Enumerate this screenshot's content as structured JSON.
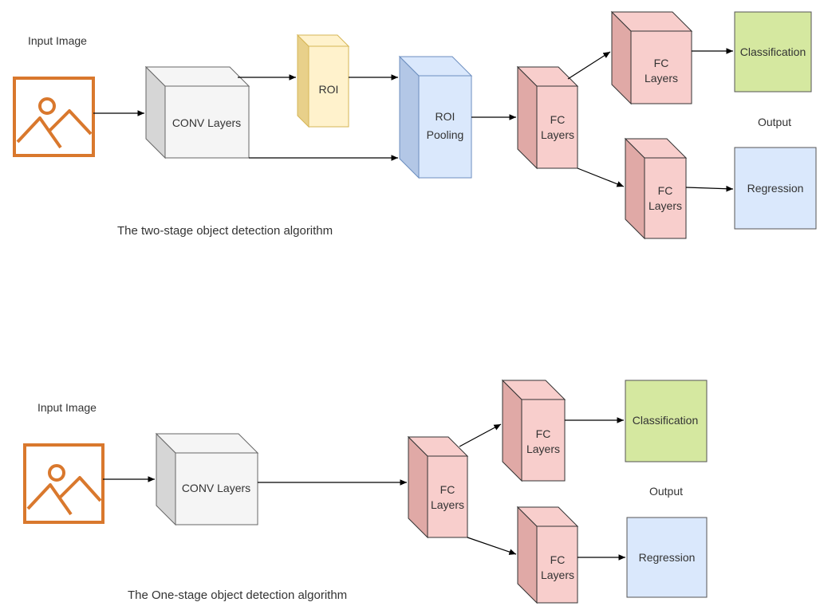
{
  "stage_two": {
    "input_label": "Input Image",
    "conv_label": "CONV Layers",
    "roi_label": "ROI",
    "roi_pooling_line1": "ROI",
    "roi_pooling_line2": "Pooling",
    "fc_line1": "FC",
    "fc_line2": "Layers",
    "classification_label": "Classification",
    "regression_label": "Regression",
    "output_label": "Output",
    "caption": "The two-stage object detection algorithm"
  },
  "stage_one": {
    "input_label": "Input Image",
    "conv_label": "CONV Layers",
    "fc_line1": "FC",
    "fc_line2": "Layers",
    "classification_label": "Classification",
    "regression_label": "Regression",
    "output_label": "Output",
    "caption": "The One-stage object detection algorithm"
  },
  "colors": {
    "image_icon": "#d9782d",
    "conv_face": "#f5f5f5",
    "conv_side": "#d6d6d6",
    "conv_stroke": "#666666",
    "roi_face": "#fff2cc",
    "roi_side": "#e8d08a",
    "roi_stroke": "#d6b656",
    "pool_face": "#dae8fc",
    "pool_side": "#b3c7e6",
    "pool_stroke": "#6c8ebf",
    "fc_face": "#f8cecc",
    "fc_side": "#e0a9a6",
    "fc_stroke": "#333333",
    "classification_fill": "#d5e8a0",
    "regression_fill": "#dae8fc"
  },
  "icons": {
    "input_image": "image-icon"
  }
}
